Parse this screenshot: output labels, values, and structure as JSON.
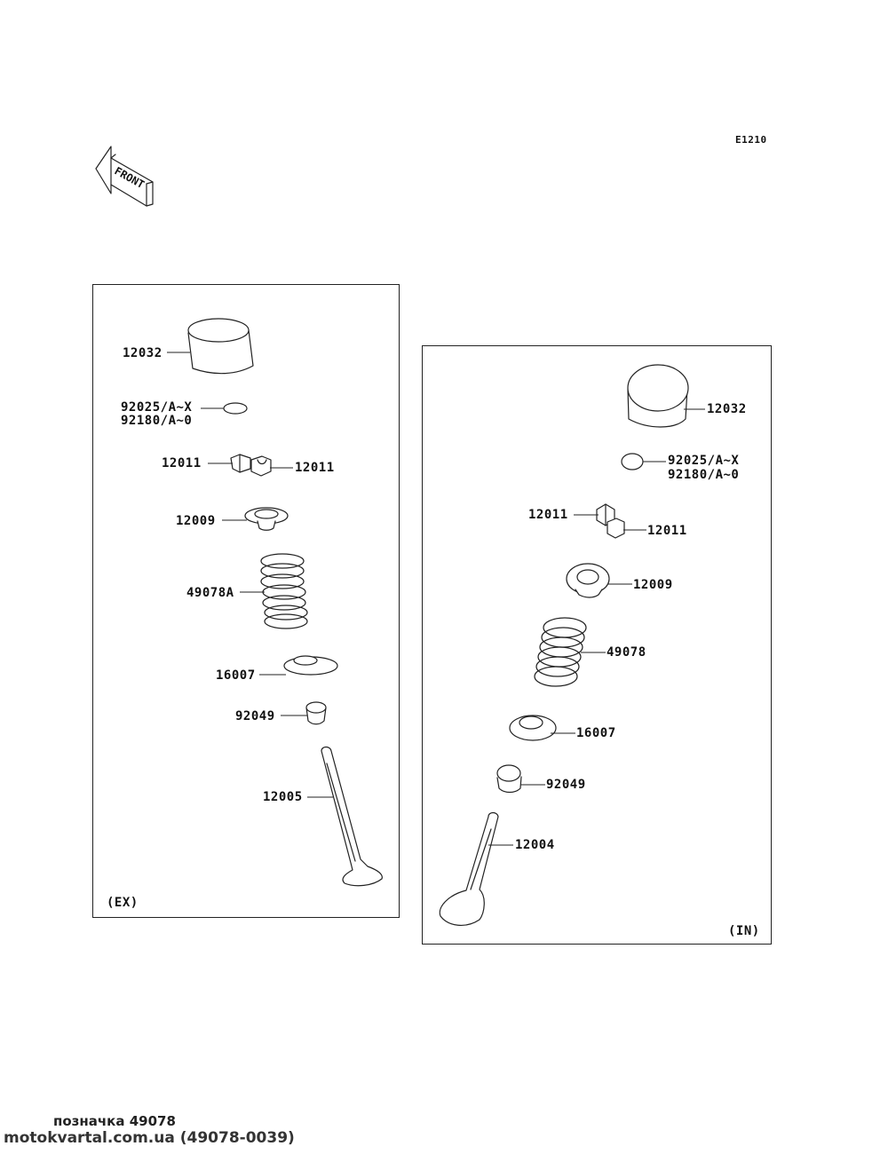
{
  "diagram_code": "E1210",
  "front_label": "FRONT",
  "exhaust": {
    "section_label": "(EX)",
    "parts": {
      "tappet": "12032",
      "shim_a": "92025/A~X",
      "shim_b": "92180/A~0",
      "cotter_left": "12011",
      "cotter_right": "12011",
      "retainer": "12009",
      "spring": "49078A",
      "spring_seat": "16007",
      "stem_seal": "92049",
      "valve": "12005"
    }
  },
  "intake": {
    "section_label": "(IN)",
    "parts": {
      "tappet": "12032",
      "shim_a": "92025/A~X",
      "shim_b": "92180/A~0",
      "cotter_left": "12011",
      "cotter_right": "12011",
      "retainer": "12009",
      "spring": "49078",
      "spring_seat": "16007",
      "stem_seal": "92049",
      "valve": "12004"
    }
  },
  "footer": {
    "caption": "позначка 49078",
    "watermark": "motokvartal.com.ua (49078-0039)"
  }
}
